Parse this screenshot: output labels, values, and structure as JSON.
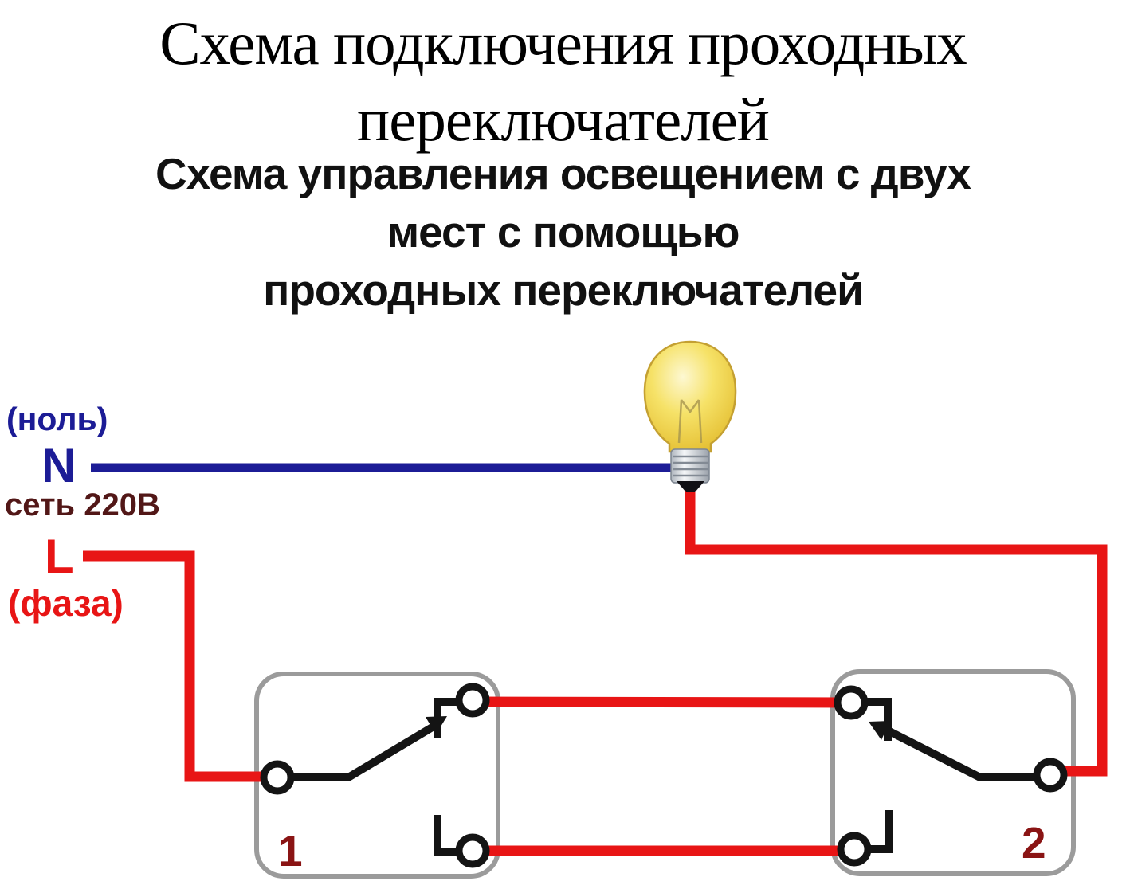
{
  "title": {
    "line1": "Схема подключения проходных",
    "line2": "переключателей"
  },
  "subtitle": {
    "line1": "Схема управления освещением с двух",
    "line2": "мест с помощью",
    "line3": "проходных переключателей"
  },
  "labels": {
    "neutral": "(ноль)",
    "neutral_letter": "N",
    "mains_voltage": "сеть 220В",
    "phase_letter": "L",
    "phase": "(фаза)",
    "switch1_number": "1",
    "switch2_number": "2"
  },
  "icons": {
    "bulb": "light-bulb-icon"
  },
  "colors": {
    "wire_red": "#e81515",
    "wire_blue": "#1c1c96",
    "label_navy": "#1c1c96",
    "label_red": "#e81515",
    "label_dark_red": "#521717",
    "switch_number_red": "#8a1414",
    "box_border_gray": "#9b9b9b",
    "contact_black": "#141414",
    "bulb_yellow": "#f2d845",
    "background": "#ffffff"
  }
}
